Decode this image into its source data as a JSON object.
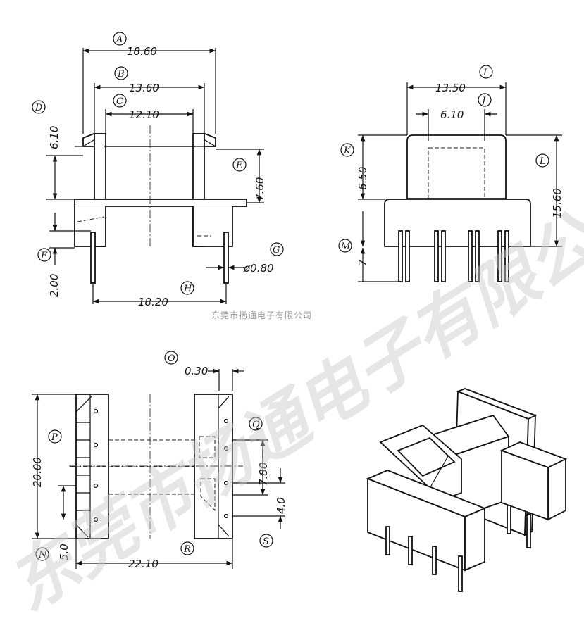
{
  "drawing": {
    "labels": {
      "A": "A",
      "B": "B",
      "C": "C",
      "D": "D",
      "E": "E",
      "F": "F",
      "G": "G",
      "H": "H",
      "I": "I",
      "J": "J",
      "K": "K",
      "L": "L",
      "M": "M",
      "N": "N",
      "O": "O",
      "P": "P",
      "Q": "Q",
      "R": "R",
      "S": "S"
    },
    "dimensions": {
      "A": "18.60",
      "B": "13.60",
      "C": "12.10",
      "D": "6.10",
      "E": "7.60",
      "F": "2.00",
      "G": "ø0.80",
      "H": "18.20",
      "I": "13.50",
      "J": "6.10",
      "K": "6.50",
      "L": "15.60",
      "M": "7",
      "N": "5.0",
      "O": "0.30",
      "P": "20.00",
      "Q": "7.80",
      "R": "22.10",
      "S": "4.0"
    },
    "watermark": {
      "large": "东莞市扬通电子有限公司",
      "small": "东莞市扬通电子有限公司"
    }
  }
}
